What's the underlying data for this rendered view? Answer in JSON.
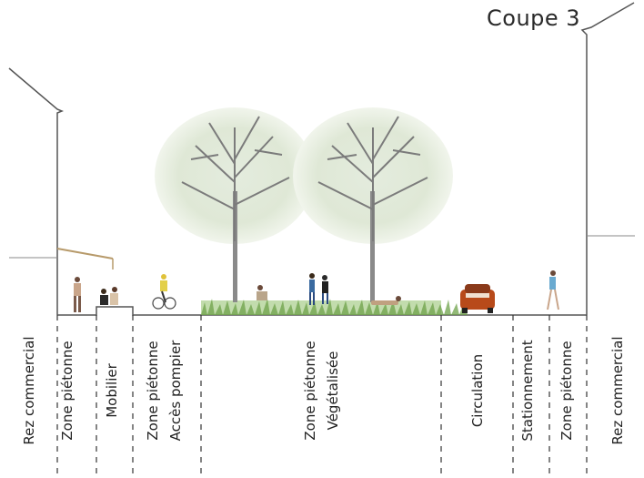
{
  "title": "Coupe 3",
  "zones": [
    {
      "lines": [
        "Rez commercial"
      ]
    },
    {
      "lines": [
        "Zone piétonne"
      ]
    },
    {
      "lines": [
        "Mobilier"
      ]
    },
    {
      "lines": [
        "Zone piétonne",
        "Accès pompier"
      ]
    },
    {
      "lines": [
        "Zone piétonne",
        "Végétalisée"
      ]
    },
    {
      "lines": [
        "Circulation"
      ]
    },
    {
      "lines": [
        "Stationnement"
      ]
    },
    {
      "lines": [
        "Zone piétonne"
      ]
    },
    {
      "lines": [
        "Rez commercial"
      ]
    }
  ]
}
